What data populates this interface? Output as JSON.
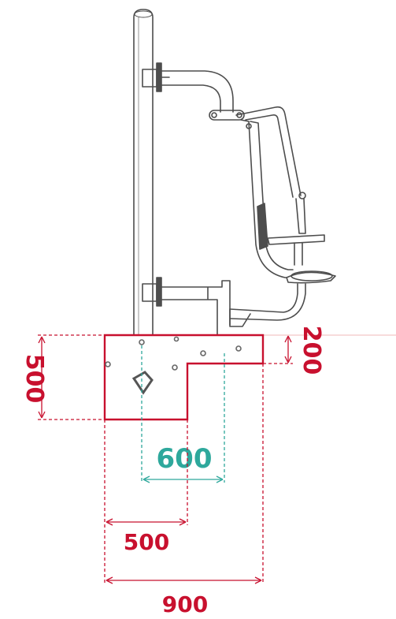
{
  "colors": {
    "equipment": "#4d4d4d",
    "dimension_red": "#c8102e",
    "dimension_teal": "#2ea89c",
    "pad_outline": "#c8102e"
  },
  "dimensions": {
    "pad_height": "500",
    "step_height": "200",
    "anchor_spacing": "600",
    "step_offset": "500",
    "pad_width": "900"
  }
}
